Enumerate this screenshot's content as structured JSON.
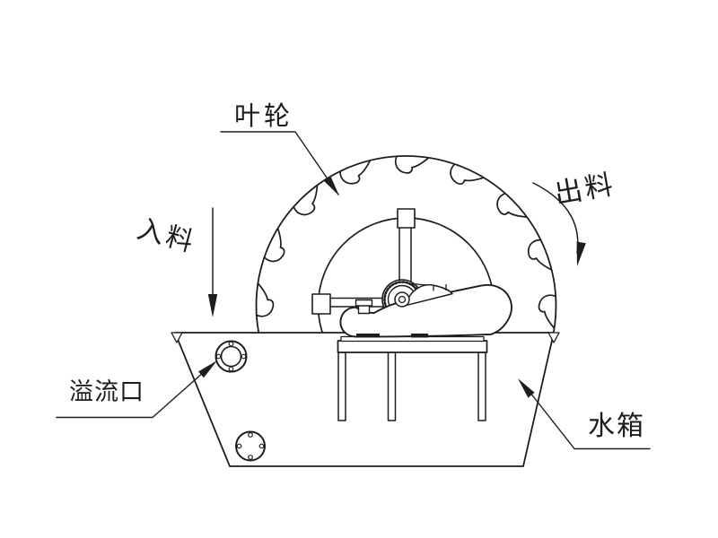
{
  "meta": {
    "background_color": "#ffffff",
    "ink_color": "#1d1d1d",
    "diagram_type": "sand-washer schematic line drawing"
  },
  "labels": {
    "impeller": "叶轮",
    "discharge": "出料",
    "feed": "入料",
    "overflow": "溢流口",
    "tank": "水箱"
  }
}
